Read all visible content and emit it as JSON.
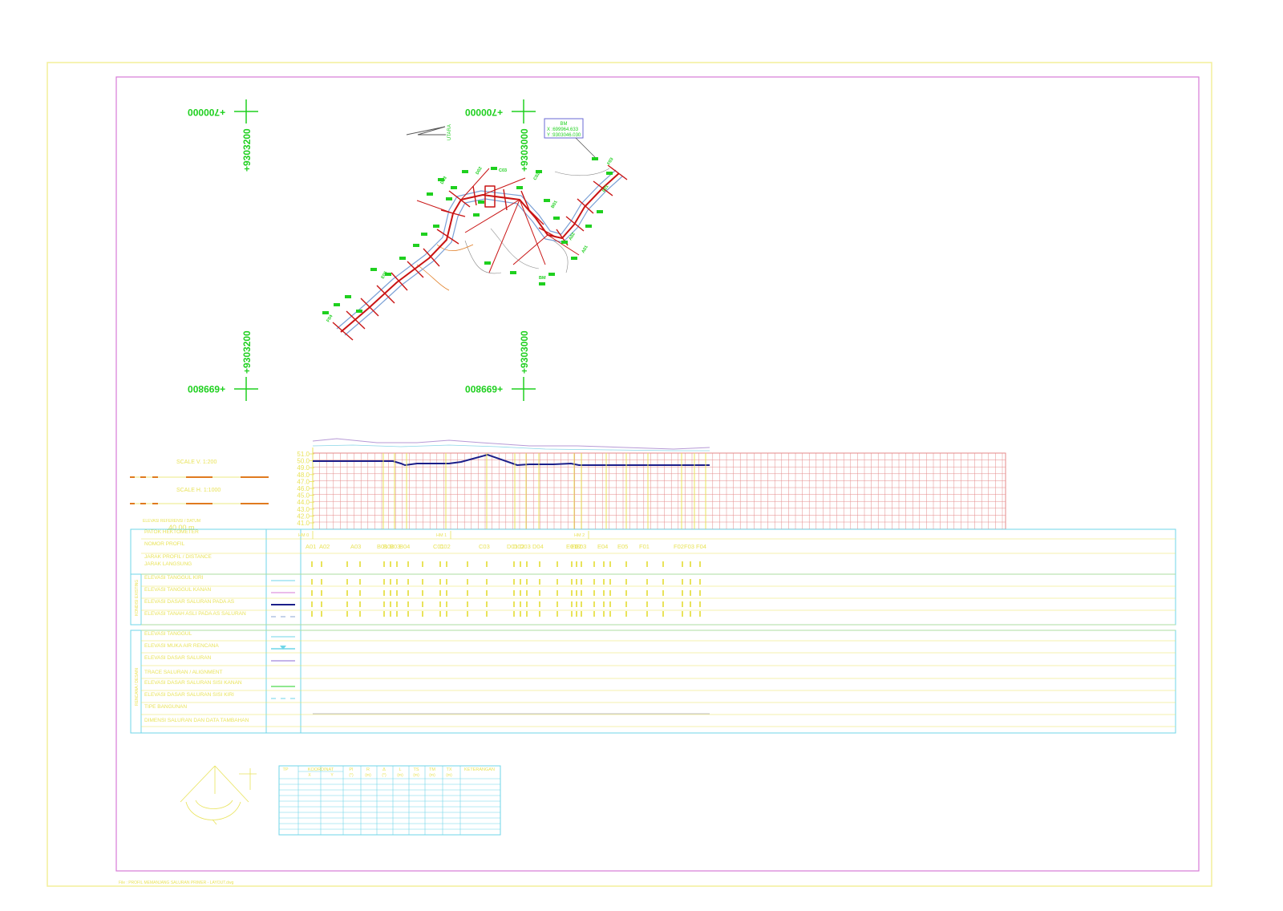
{
  "colors": {
    "outer_frame": "#f3ef9a",
    "inner_frame": "#d77ad7",
    "survey": "#1fd01f",
    "cyan": "#6fd6e8",
    "yellow": "#e9e35a",
    "red_grid": "#e48a8a",
    "navy_profile": "#1b1f8a",
    "red_route": "#c91414",
    "orange": "#e07a1f"
  },
  "plan": {
    "coords": {
      "tl_x": "+700000",
      "tl_y": "+9303200",
      "tr_x": "+700000",
      "tr_y": "+9303000",
      "bl_x": "+699800",
      "bl_y": "+9303200",
      "br_x": "+699800",
      "br_y": "+9303000"
    },
    "benchmark": {
      "title": "BM",
      "x_line": "X :699964.633",
      "y_line": "Y :9303046.030"
    },
    "north": "UTARA",
    "point_labels": [
      "F04",
      "E05",
      "D03",
      "D02",
      "C03",
      "C02",
      "B01",
      "A02",
      "A01",
      "BM",
      "F01",
      "F03"
    ]
  },
  "legend": {
    "scale_v": "SCALE  V.  1:200",
    "scale_h": "SCALE  H.  1:1000",
    "datum_note": "ELEVASI  REFERENSI / DATUM",
    "datum_value": "40.00  m"
  },
  "profile": {
    "y_ticks": [
      "51.0",
      "50.0",
      "49.0",
      "48.0",
      "47.0",
      "46.0",
      "45.0",
      "44.0",
      "43.0",
      "42.0",
      "41.0"
    ]
  },
  "table": {
    "rows": [
      "PATOK  HEKTOMETER",
      "NOMOR  PROFIL",
      "JARAK  PROFIL / DISTANCE",
      "JARAK  LANGSUNG",
      "ELEVASI  TANGGUL  KIRI",
      "ELEVASI  TANGGUL  KANAN",
      "ELEVASI  DASAR  SALURAN  PADA  AS",
      "ELEVASI  TANAH  ASLI  PADA  AS  SALURAN",
      "ELEVASI  TANGGUL",
      "ELEVASI  MUKA  AIR  RENCANA",
      "ELEVASI  DASAR  SALURAN",
      "TRACE  SALURAN / ALIGNMENT",
      "ELEVASI  DASAR  SALURAN  SISI  KANAN",
      "ELEVASI  DASAR  SALURAN  SISI  KIRI",
      "TIPE  BANGUNAN",
      "DIMENSI  SALURAN  DAN  DATA  TAMBAHAN"
    ],
    "group_existing": "KONDISI EXISTING",
    "group_design": "RENCANA / DESAIN",
    "hm_labels": [
      "HM  0",
      "HM  1",
      "HM  2"
    ],
    "profile_numbers": [
      "A01",
      "A02",
      "A03",
      "B01",
      "B02",
      "B03",
      "B04",
      "C01",
      "C02",
      "C03",
      "D01",
      "D02",
      "D03",
      "D04",
      "E01",
      "E02",
      "E03",
      "E04",
      "E05",
      "F01",
      "F02",
      "F03",
      "F04"
    ]
  },
  "curve_table": {
    "headers": [
      "TP",
      "KOORDINAT",
      "PI",
      "R",
      "Δ",
      "L",
      "TS",
      "TM",
      "TX",
      "KETERANGAN"
    ],
    "sub_headers": [
      "X",
      "Y",
      "(°)",
      "(m)",
      "(°)",
      "(m)",
      "(m)",
      "(m)",
      "(m)"
    ]
  },
  "footer_note": "File : PROFIL MEMANJANG SALURAN PRIMER - LAYOUT.dwg"
}
